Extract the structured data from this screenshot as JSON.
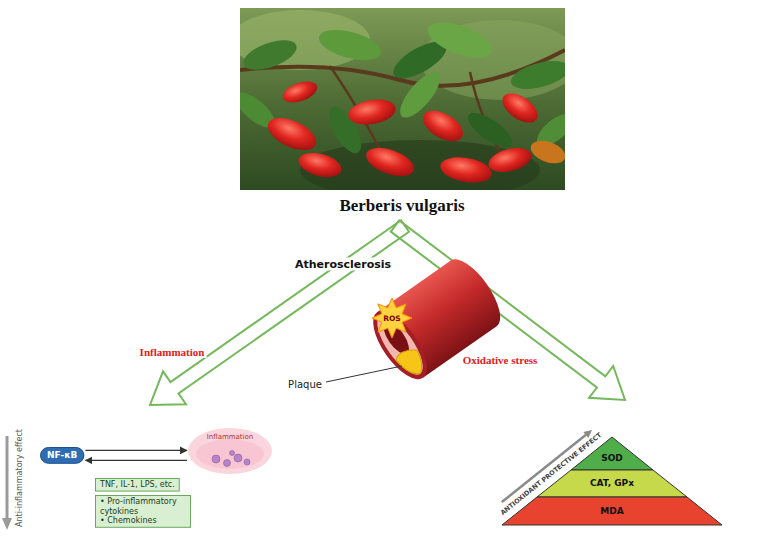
{
  "diagram": {
    "title": "Berberis vulgaris",
    "nodes": [
      {
        "text": [
          "NF-κB"
        ]
      },
      {
        "text": [
          "Inflammation"
        ]
      },
      {
        "text": [
          "TNF, IL-1, LPS, etc."
        ]
      },
      {
        "text": [
          "• Pro-inflammatory cytokines",
          "• Chemokines"
        ]
      },
      {
        "text": [
          "SOD"
        ]
      },
      {
        "text": [
          "CAT, GPx"
        ]
      },
      {
        "text": [
          "MDA"
        ]
      }
    ],
    "edges": [
      {
        "from": 0,
        "to": 1,
        "arrow": "to"
      },
      {
        "from": 1,
        "to": 0,
        "arrow": "to"
      }
    ],
    "labels": [
      "Atherosclerosis",
      "ROS",
      "Plaque",
      "Inflammation",
      "Oxidative stress",
      "Anti-inflammatory effect",
      "ANTIOXIDANT PROTECTIVE EFFECT"
    ]
  }
}
